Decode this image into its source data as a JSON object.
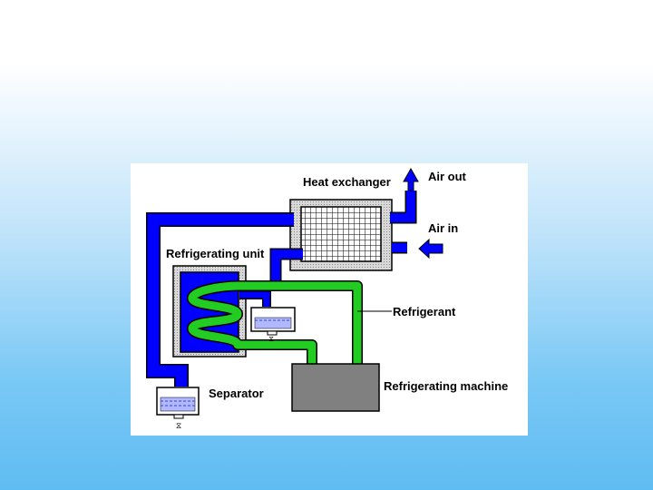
{
  "diagram": {
    "labels": {
      "heat_exchanger": "Heat exchanger",
      "air_out": "Air out",
      "air_in": "Air in",
      "refrigerating_unit": "Refrigerating unit",
      "refrigerant": "Refrigerant",
      "refrigerating_machine": "Refrigerating machine",
      "separator": "Separator"
    },
    "colors": {
      "air_pipe": "#0000ff",
      "refrigerant_pipe": "#22cc22",
      "housing": "#c0c0c0",
      "machine": "#808080",
      "liquid": "#b0b8ff",
      "outline": "#000000"
    }
  }
}
